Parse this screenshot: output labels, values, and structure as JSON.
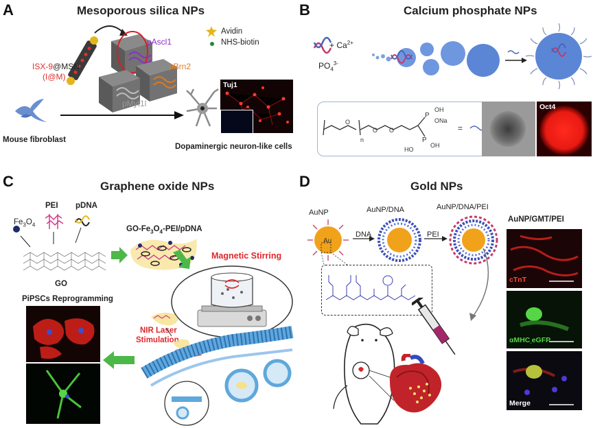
{
  "panels": {
    "a": {
      "letter": "A",
      "title": "Mesoporous silica NPs",
      "legend_avidin": "Avidin",
      "legend_nhs": "NHS-biotin",
      "complex_label_prefix": "ISX-9",
      "complex_label_suffix": "@MSN",
      "complex_abbrev": "(I@M)",
      "plasmids": [
        "pAscl1",
        "pBrn2",
        "pMyt1l"
      ],
      "source_cell": "Mouse fibroblast",
      "result_cell": "Dopaminergic neuron-like cells",
      "stain": "Tuj1"
    },
    "b": {
      "letter": "B",
      "title": "Calcium phosphate NPs",
      "reagent_ca": "+ Ca",
      "reagent_ca_sup": "2+",
      "reagent_po": "PO",
      "reagent_po_sub": "4",
      "reagent_po_sup": "3-",
      "struct_oh1": "OH",
      "struct_p1": "P",
      "struct_ona": "ONa",
      "struct_n": "n",
      "struct_oh2": "OH",
      "struct_ho": "HO",
      "struct_p2": "P",
      "struct_o": "O",
      "struct_eq": "=",
      "stain": "Oct4"
    },
    "c": {
      "letter": "C",
      "title": "Graphene oxide NPs",
      "pei": "PEI",
      "pdna": "pDNA",
      "fe_a": "Fe",
      "fe_sub1": "3",
      "fe_b": "O",
      "fe_sub2": "4",
      "go": "GO",
      "complex_a": "GO-Fe",
      "complex_sub1": "3",
      "complex_b": "O",
      "complex_sub2": "4",
      "complex_c": "-PEI/pDNA",
      "stirring": "Magnetic Stirring",
      "nir_line1": "NIR Laser",
      "nir_line2": "Stimulation",
      "reprogramming": "PiPSCs Reprogramming"
    },
    "d": {
      "letter": "D",
      "title": "Gold NPs",
      "step1": "AuNP",
      "step2": "AuNP/DNA",
      "step3": "AuNP/DNA/PEI",
      "arrow1": "DNA",
      "arrow2": "PEI",
      "core": "Au",
      "micro_header": "AuNP/GMT/PEI",
      "stain1": "cTnT",
      "stain2_a": "αMHC",
      "stain2_b": "eGFP",
      "stain3": "Merge"
    }
  },
  "colors": {
    "red_stain": "#e8261c",
    "green_stain": "#49c43a",
    "arrow_green": "#4cb848",
    "nir_red": "#e0262a",
    "plasmid_purple": "#8b2fc9",
    "plasmid_orange": "#e07a1c",
    "isx_red": "#e03030",
    "calcium_blue": "#5b86d6",
    "gold_core": "#f1a21b"
  },
  "icons": [
    "avidin-icon",
    "nhs-biotin-icon",
    "neuron-icon",
    "fibroblast-icon",
    "mouse-icon",
    "heart-icon",
    "syringe-icon",
    "magnetic-stirrer-icon"
  ]
}
